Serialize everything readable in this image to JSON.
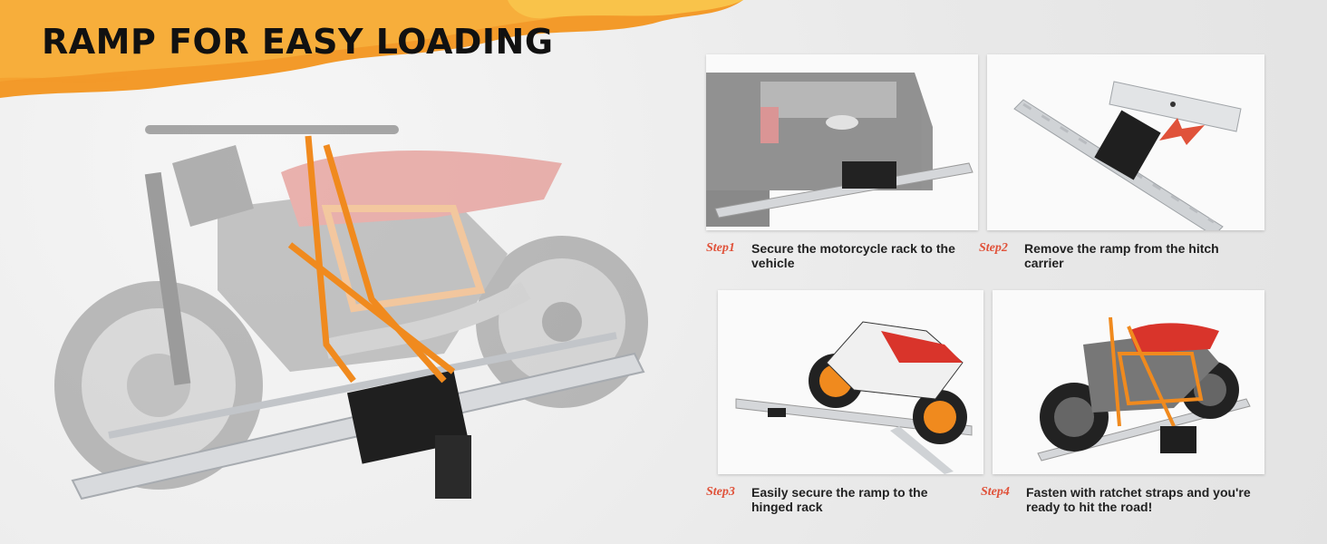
{
  "headline": "RAMP FOR EASY LOADING",
  "colors": {
    "brush_orange": "#f39a2a",
    "brush_yellow": "#f9c34a",
    "step_red": "#e0523a",
    "strap_orange": "#f08a1e",
    "moto_red": "#d9342b",
    "rack_silver": "#c9ccd0",
    "hitch_black": "#1f1f1f"
  },
  "steps": [
    {
      "label": "Step1",
      "text": "Secure the motorcycle rack to the vehicle",
      "icon": "truck-hitch-photo"
    },
    {
      "label": "Step2",
      "text": "Remove the ramp from the hitch carrier",
      "icon": "ramp-removal-photo"
    },
    {
      "label": "Step3",
      "text": "Easily secure the ramp to the hinged rack",
      "icon": "ramp-loading-photo"
    },
    {
      "label": "Step4",
      "text": "Fasten with ratchet straps and you're ready to hit the road!",
      "icon": "strapped-motorcycle-photo"
    }
  ]
}
